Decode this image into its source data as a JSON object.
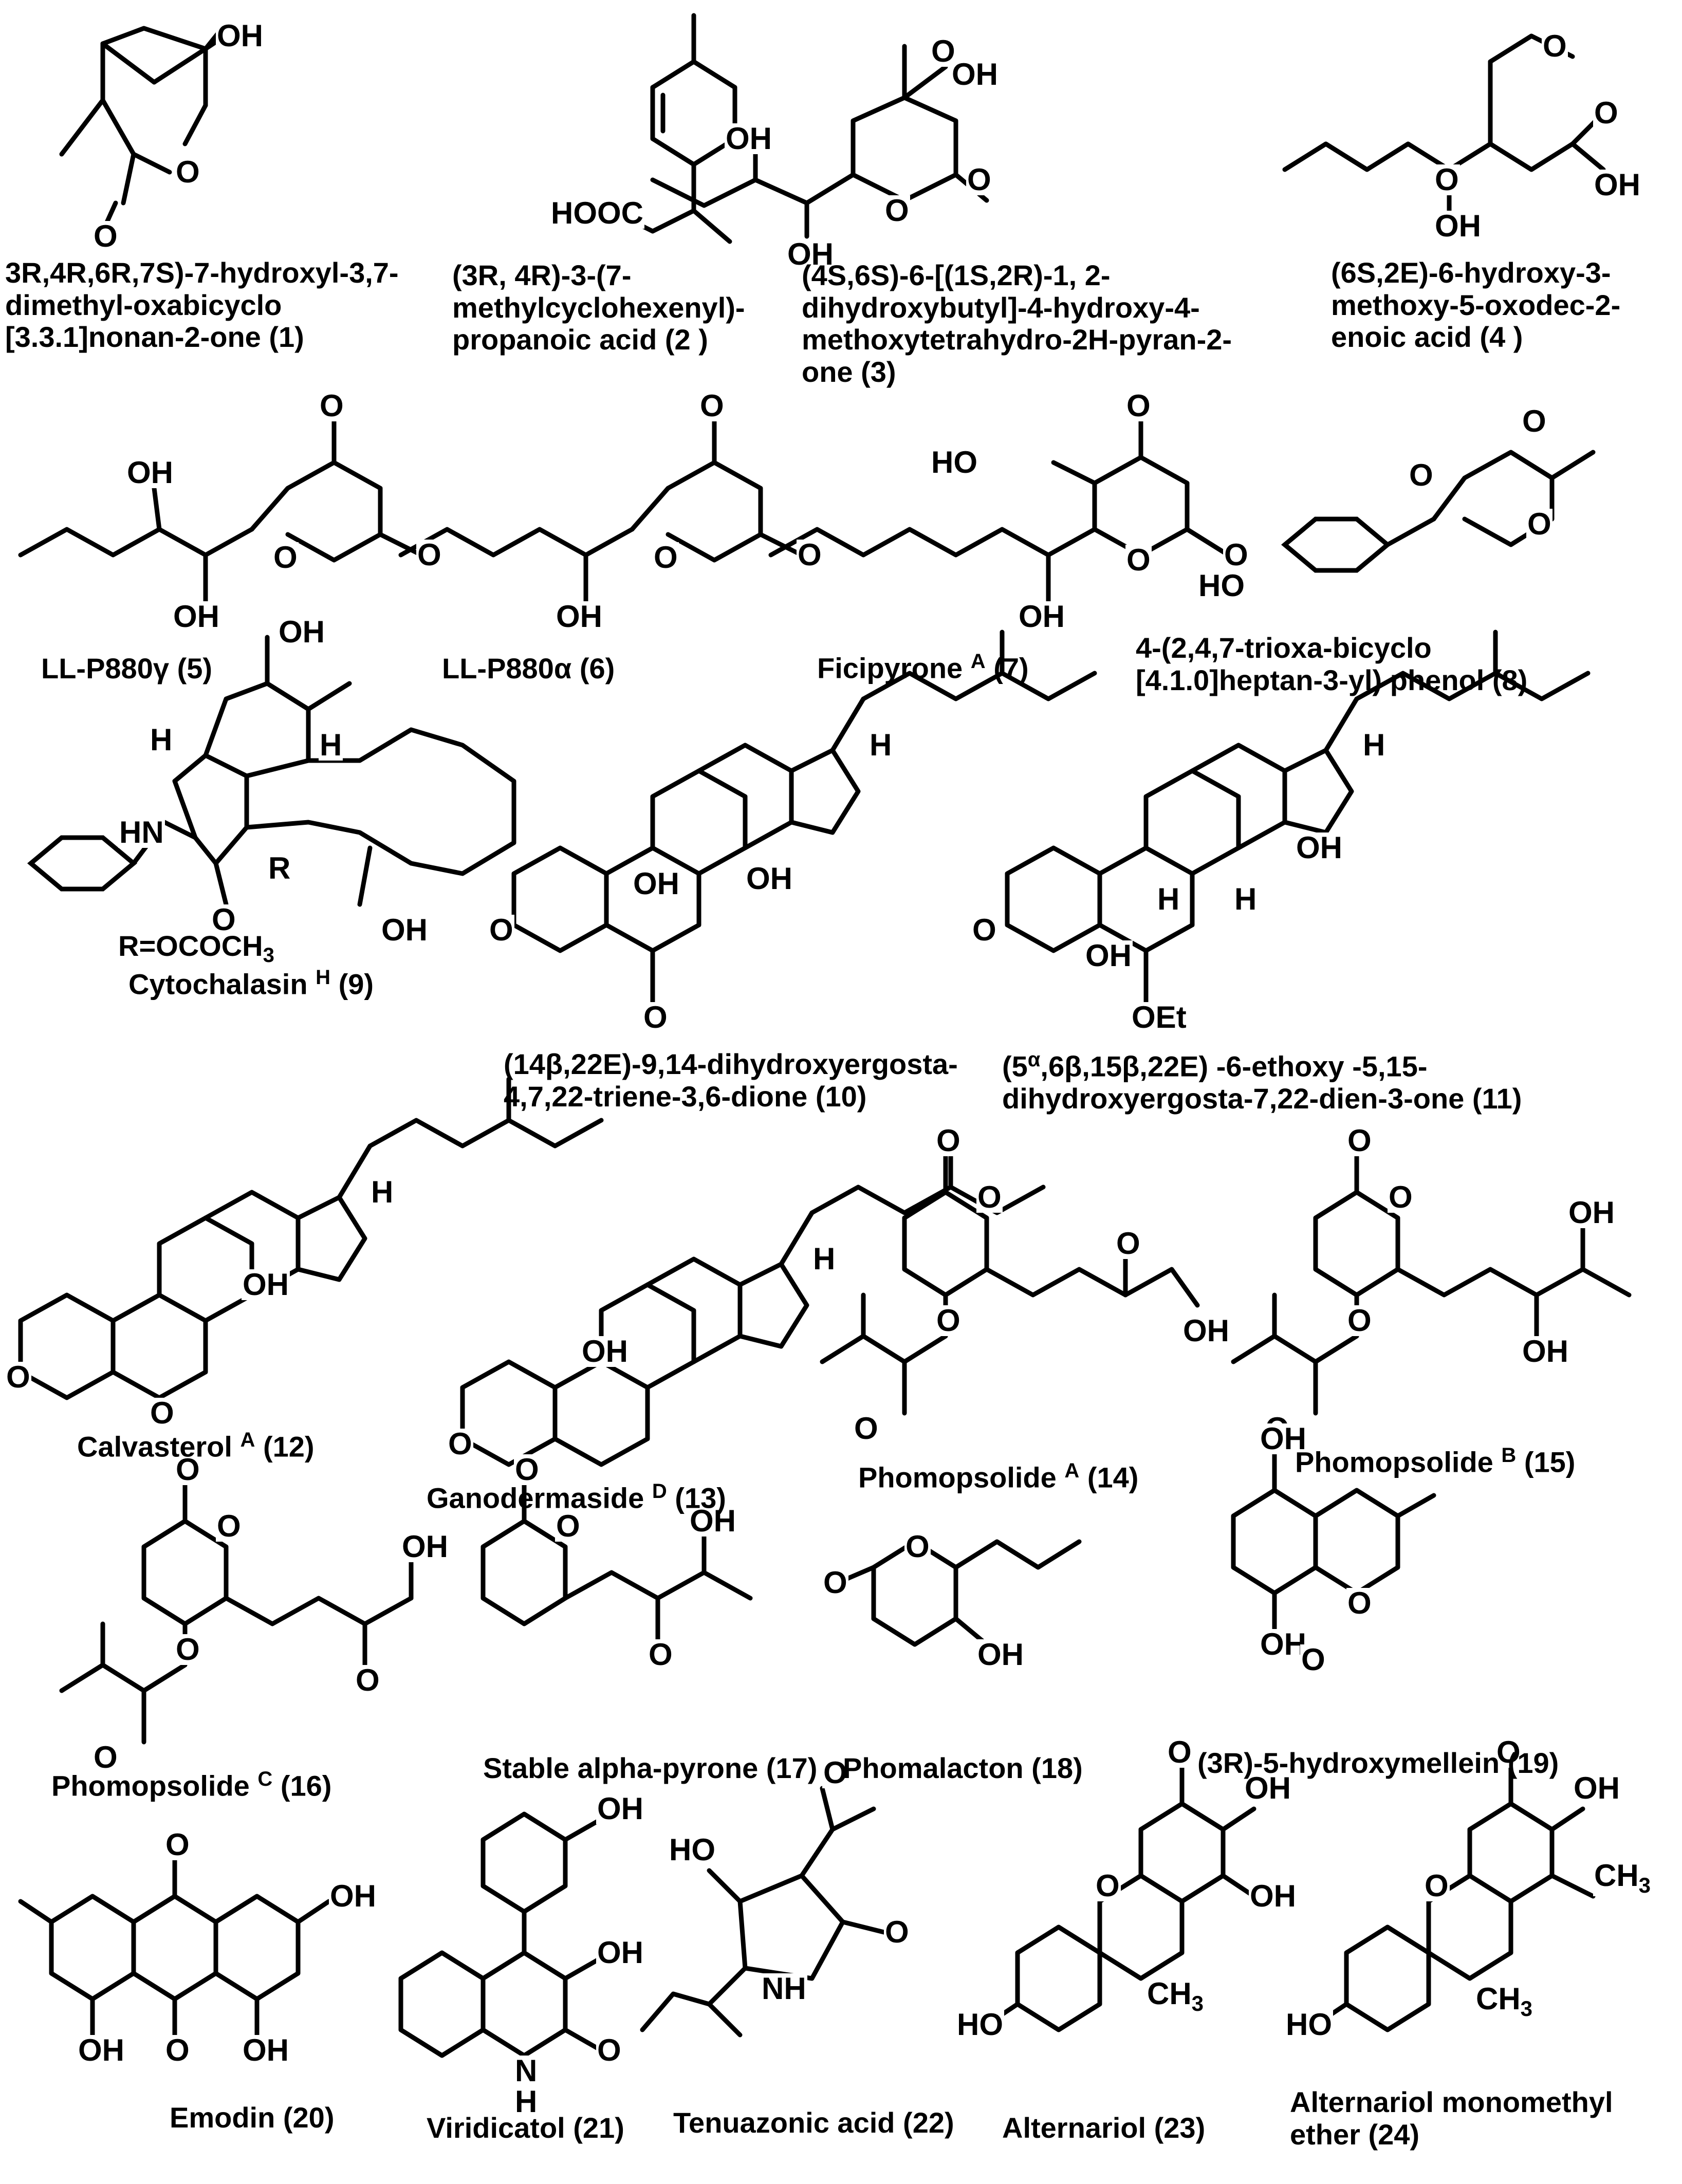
{
  "atoms": {
    "oh": "OH",
    "o": "O",
    "hooc": "HOOC",
    "ho": "HO",
    "h": "H",
    "hn": "HN",
    "nh": "NH",
    "r": "R",
    "oet": "OEt",
    "ch3": "CH",
    "sub3": "3",
    "n_h": "H",
    "n": "N"
  },
  "compounds": [
    {
      "id": "1",
      "name_lines": [
        "3R,4R,6R,7S)-7-hydroxyl-3,7-",
        "dimethyl-oxabicyclo",
        "[3.3.1]nonan-2-one (1)"
      ]
    },
    {
      "id": "2",
      "name_lines": [
        "(3R, 4R)-3-(7-",
        "methylcyclohexenyl)-",
        "propanoic acid (2 )"
      ]
    },
    {
      "id": "3",
      "name_lines": [
        "(4S,6S)-6-[(1S,2R)-1, 2-",
        "dihydroxybutyl]-4-hydroxy-4-",
        "methoxytetrahydro-2H-pyran-2-",
        "one (3)"
      ]
    },
    {
      "id": "4",
      "name_lines": [
        "(6S,2E)-6-hydroxy-3-",
        "methoxy-5-oxodec-2-",
        "enoic acid (4 )"
      ]
    },
    {
      "id": "5",
      "name": "LL-P880",
      "greek": "γ",
      "num": "(5)"
    },
    {
      "id": "6",
      "name": "LL-P880",
      "greek": "α",
      "num": "(6)"
    },
    {
      "id": "7",
      "name": "Ficipyrone",
      "letter": "A",
      "num": "(7)"
    },
    {
      "id": "8",
      "name_lines": [
        "4-(2,4,7-trioxa-bicyclo",
        "[4.1.0]heptan-3-yl) phenol (8)"
      ]
    },
    {
      "id": "9",
      "name": "Cytochalasin",
      "letter": "H",
      "num": "(9)",
      "substituent": "R=OCOCH",
      "sub3": "3"
    },
    {
      "id": "10",
      "name_lines": [
        "(14β,22E)-9,14-dihydroxyergosta-",
        "4,7,22-triene-3,6-dione (10)"
      ]
    },
    {
      "id": "11",
      "line1_a": "(5",
      "line1_sup": "α",
      "line1_b": ",6β,15β,22E) -6-ethoxy -5,15-",
      "line2": "dihydroxyergosta-7,22-dien-3-one (11)"
    },
    {
      "id": "12",
      "name": "Calvasterol",
      "letter": "A",
      "num": "(12)"
    },
    {
      "id": "13",
      "name": "Ganodermaside",
      "letter": "D",
      "num": "(13)"
    },
    {
      "id": "14",
      "name": "Phomopsolide",
      "letter": "A",
      "num": "(14)"
    },
    {
      "id": "15",
      "name": "Phomopsolide",
      "letter": "B",
      "num": "(15)"
    },
    {
      "id": "16",
      "name": "Phomopsolide",
      "letter": "C",
      "num": "(16)"
    },
    {
      "id": "17",
      "name": "Stable alpha-pyrone (17)"
    },
    {
      "id": "18",
      "name": "Phomalacton (18)"
    },
    {
      "id": "19",
      "name": "(3R)-5-hydroxymellein (19)"
    },
    {
      "id": "20",
      "name": "Emodin",
      "num": "(20)"
    },
    {
      "id": "21",
      "name": "Viridicatol",
      "num": "(21)"
    },
    {
      "id": "22",
      "name": "Tenuazonic acid",
      "num": "(22)"
    },
    {
      "id": "23",
      "name": "Alternariol",
      "num": "(23)"
    },
    {
      "id": "24",
      "name_lines": [
        "Alternariol monomethyl",
        "ether (24)"
      ]
    }
  ]
}
